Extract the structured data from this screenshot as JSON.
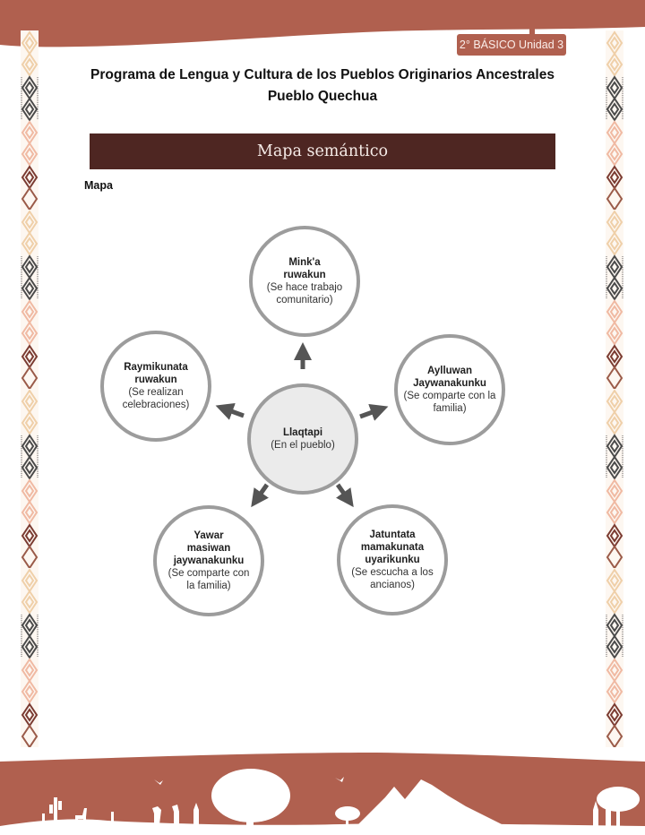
{
  "header": {
    "badge": "2° BÁSICO Unidad 3",
    "title_line1": "Programa de Lengua y Cultura de los Pueblos Originarios Ancestrales",
    "title_line2": "Pueblo Quechua"
  },
  "section": {
    "title": "Mapa semántico",
    "subheading": "Mapa"
  },
  "semantic_map": {
    "center": {
      "name": "Llaqtapi",
      "desc": "(En el pueblo)"
    },
    "nodes": [
      {
        "position": "top",
        "name_lines": [
          "Mink'a",
          "ruwakun"
        ],
        "desc_lines": [
          "(Se hace trabajo",
          "comunitario)"
        ]
      },
      {
        "position": "left",
        "name_lines": [
          "Raymikunata",
          "ruwakun"
        ],
        "desc_lines": [
          "(Se realizan",
          "celebraciones)"
        ]
      },
      {
        "position": "right",
        "name_lines": [
          "Aylluwan",
          "Jaywanakunku"
        ],
        "desc_lines": [
          "(Se comparte con la",
          "familia)"
        ]
      },
      {
        "position": "bottom-left",
        "name_lines": [
          "Yawar",
          "masiwan",
          "jaywanakunku"
        ],
        "desc_lines": [
          "(Se comparte con",
          "la familia)"
        ]
      },
      {
        "position": "bottom-right",
        "name_lines": [
          "Jatuntata",
          "mamakunata",
          "uyarikunku"
        ],
        "desc_lines": [
          "(Se escucha a los",
          "ancianos)"
        ]
      }
    ]
  },
  "colors": {
    "brand_terracotta": "#b0604f",
    "section_bar": "#4e2622",
    "circle_border": "#9c9c9c",
    "center_fill": "#ebebeb",
    "arrow": "#555555"
  }
}
